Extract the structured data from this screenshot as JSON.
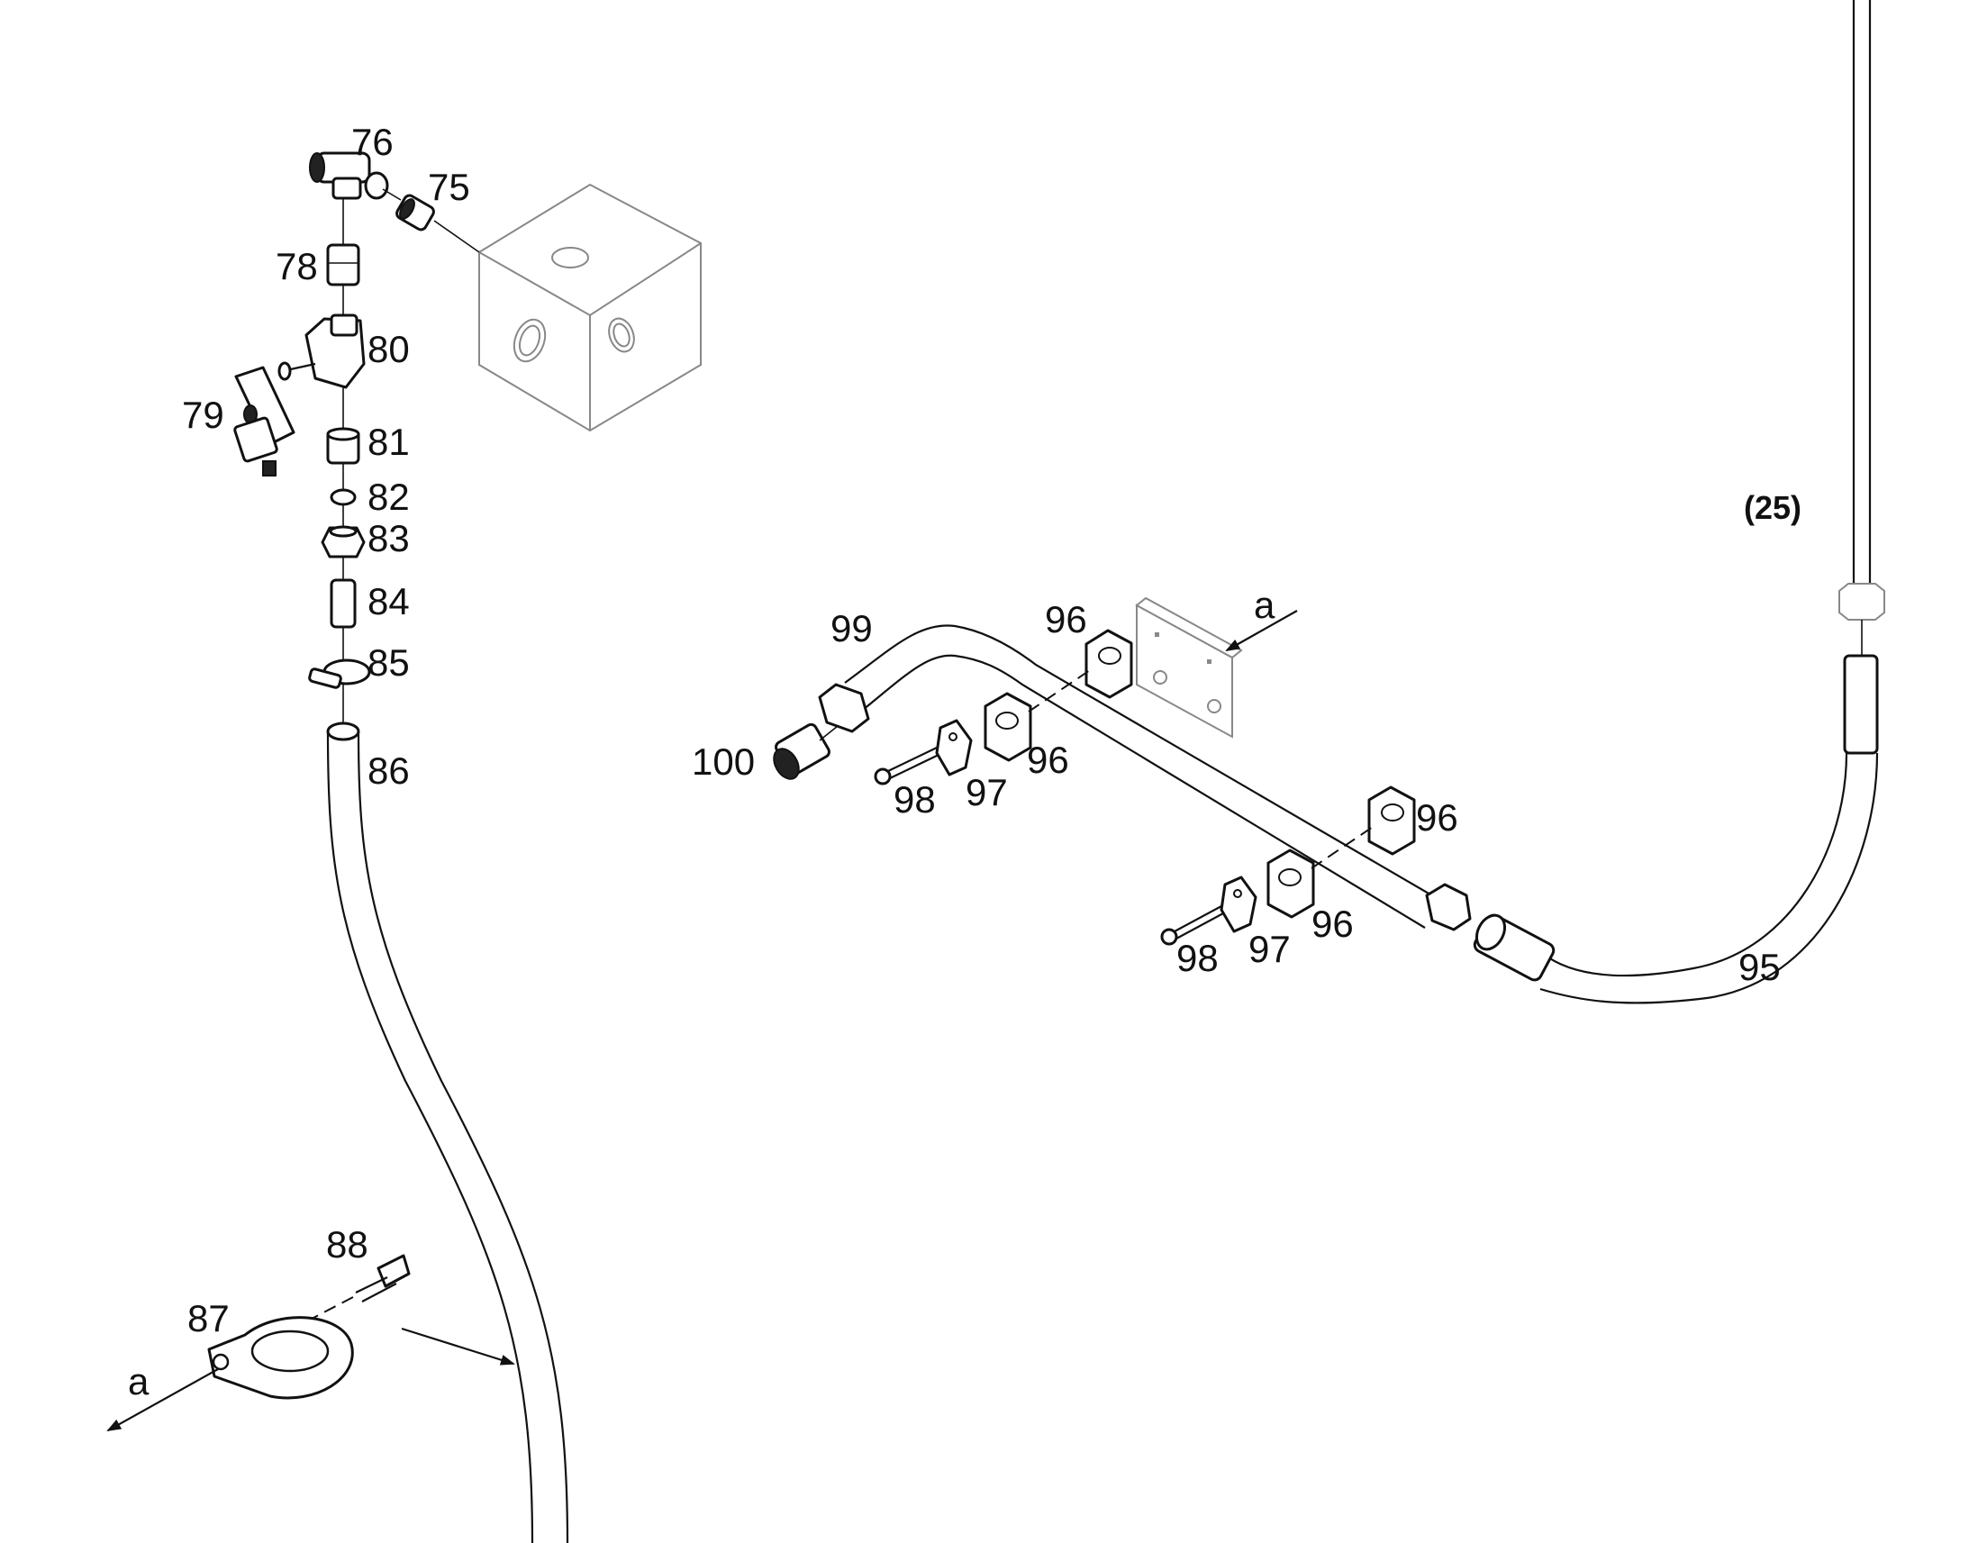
{
  "labels": {
    "p75": "75",
    "p76": "76",
    "p78": "78",
    "p79": "79",
    "p80": "80",
    "p81": "81",
    "p82": "82",
    "p83": "83",
    "p84": "84",
    "p85": "85",
    "p86": "86",
    "p87": "87",
    "p88": "88",
    "p95": "95",
    "p96a": "96",
    "p96b": "96",
    "p96c": "96",
    "p96d": "96",
    "p97a": "97",
    "p97b": "97",
    "p98a": "98",
    "p98b": "98",
    "p99": "99",
    "p100": "100",
    "ref25": "(25)",
    "view_a_top": "a",
    "view_a_bottom": "a"
  }
}
